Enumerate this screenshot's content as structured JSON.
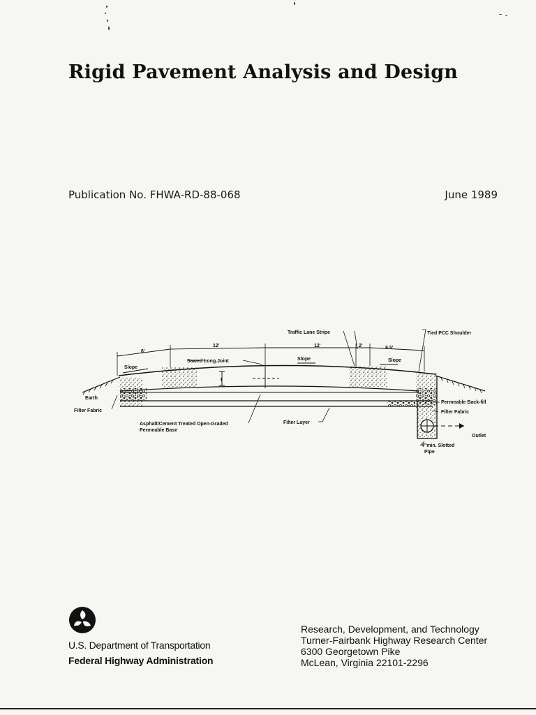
{
  "document": {
    "title": "Rigid Pavement Analysis and Design",
    "publication_no": "Publication No.  FHWA-RD-88-068",
    "date": "June 1989"
  },
  "figure": {
    "labels": {
      "dim_6": "6'",
      "dim_12a": "12'",
      "dim_12b": "12'",
      "dim_2": "2'",
      "dim_8_5": "8.5'",
      "traffic_lane_stripe": "Traffic Lane Stripe",
      "tied_pcc_shoulder": "Tied PCC Shoulder",
      "sawed_long_joint": "Sawed Long.Joint",
      "slope1": "Slope",
      "slope2": "Slope",
      "slope3": "Slope",
      "earth": "Earth",
      "filter_fabric_left": "Filter Fabric",
      "permeable_backfill": "Permeable Back-fill",
      "filter_fabric_right": "Filter Fabric",
      "outlet": "Outlet",
      "base_line1": "Asphalt/Cement Treated Open-Graded",
      "base_line2": "Permeable Base",
      "filter_layer": "Filter Layer",
      "pipe_line1": "4\"min. Slotted",
      "pipe_line2": "Pipe",
      "thickness": "t"
    }
  },
  "footer": {
    "agency_line1": "U.S. Department of Transportation",
    "agency_line2": "Federal Highway Administration",
    "address": [
      "Research, Development, and Technology",
      "Turner-Fairbank Highway Research Center",
      "6300 Georgetown Pike",
      "McLean, Virginia 22101-2296"
    ]
  },
  "icons": {
    "logo": "dot-tri-star-icon"
  }
}
